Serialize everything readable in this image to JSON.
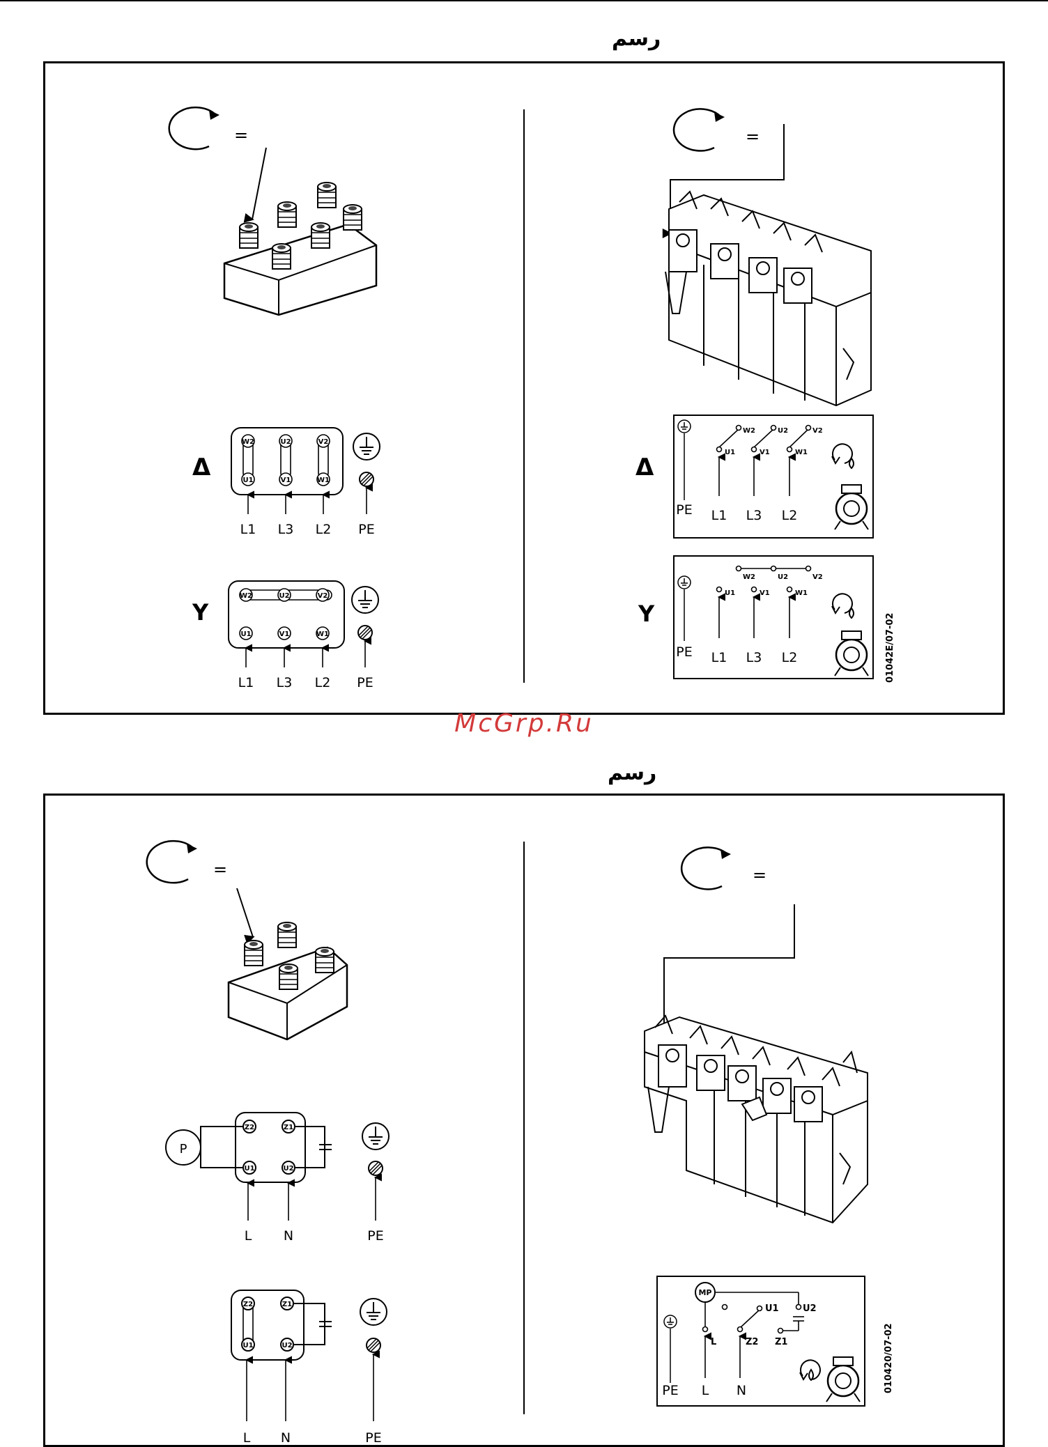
{
  "fig1": {
    "heading": "رسم",
    "left": {
      "equals": "=",
      "delta": {
        "symbol": "Δ",
        "top_terminals": [
          "W2",
          "U2",
          "V2"
        ],
        "bottom_terminals": [
          "U1",
          "V1",
          "W1"
        ],
        "lines": [
          "L1",
          "L3",
          "L2"
        ],
        "pe": "PE"
      },
      "star": {
        "symbol": "Y",
        "top_terminals": [
          "W2",
          "U2",
          "V2"
        ],
        "bottom_terminals": [
          "U1",
          "V1",
          "W1"
        ],
        "lines": [
          "L1",
          "L3",
          "L2"
        ],
        "pe": "PE"
      }
    },
    "right": {
      "equals": "=",
      "delta": {
        "symbol": "Δ",
        "top_terminals": [
          "W2",
          "U2",
          "V2"
        ],
        "bottom_terminals": [
          "U1",
          "V1",
          "W1"
        ],
        "lines": [
          "L1",
          "L3",
          "L2"
        ],
        "pe": "PE"
      },
      "star": {
        "symbol": "Y",
        "top_terminals": [
          "W2",
          "U2",
          "V2"
        ],
        "bottom_terminals": [
          "U1",
          "V1",
          "W1"
        ],
        "lines": [
          "L1",
          "L3",
          "L2"
        ],
        "pe": "PE"
      },
      "code": "01042E/07-02"
    }
  },
  "watermark": "McGrp.Ru",
  "fig2": {
    "heading": "رسم",
    "left": {
      "equals": "=",
      "upper": {
        "p_label": "P",
        "top_terminals": [
          "Z2",
          "Z1"
        ],
        "bottom_terminals": [
          "U1",
          "U2"
        ],
        "lines": [
          "L",
          "N"
        ],
        "pe": "PE"
      },
      "lower": {
        "top_terminals": [
          "Z2",
          "Z1"
        ],
        "bottom_terminals": [
          "U1",
          "U2"
        ],
        "lines": [
          "L",
          "N"
        ],
        "pe": "PE"
      }
    },
    "right": {
      "equals": "=",
      "mp_label": "MP",
      "terminals": [
        "U1",
        "U2",
        "L",
        "Z2",
        "Z1"
      ],
      "lines": [
        "L",
        "N"
      ],
      "pe": "PE",
      "code": "010420/07-02"
    }
  }
}
